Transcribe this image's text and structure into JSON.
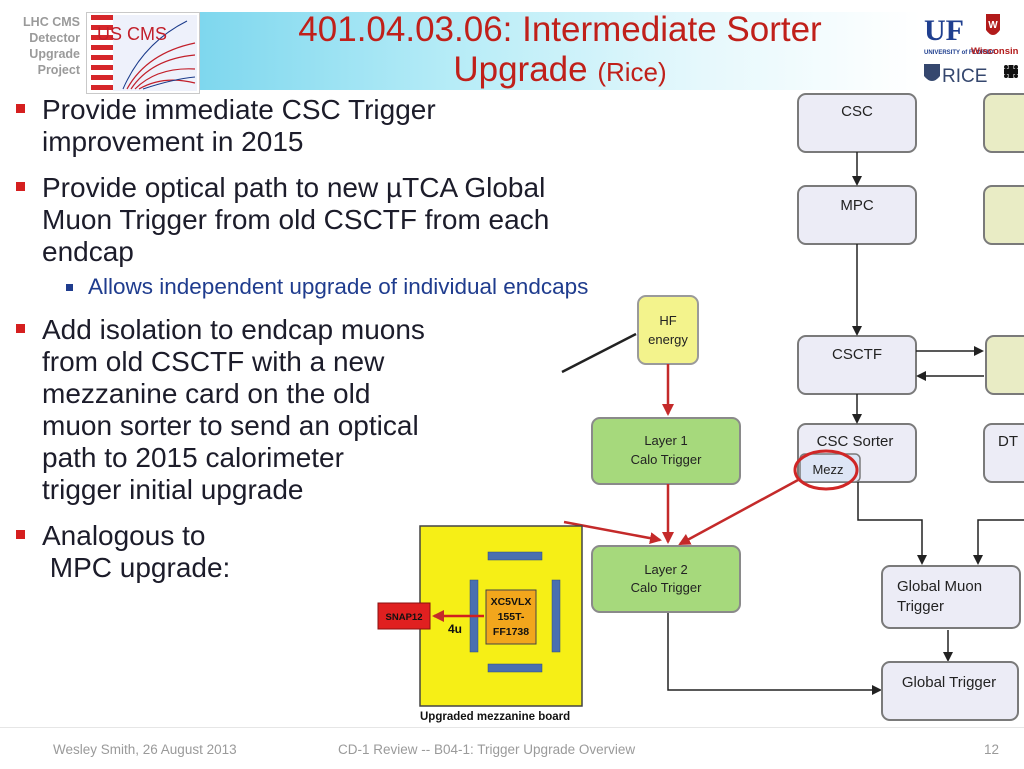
{
  "side_label": [
    "LHC CMS",
    "Detector",
    "Upgrade",
    "Project"
  ],
  "logos": {
    "uscms": "US CMS",
    "uf": "UF",
    "florida": "UNIVERSITY of FLORIDA",
    "wisconsin": "Wisconsin",
    "rice": "RICE"
  },
  "title": {
    "line1": "401.04.03.06: Intermediate Sorter",
    "line2_main": "Upgrade",
    "line2_small": "(Rice)"
  },
  "bullets": {
    "b1": "Provide immediate CSC Trigger improvement in 2015",
    "b2": "Provide optical path to new µTCA Global Muon Trigger from old CSCTF from each endcap",
    "b2_sub": "Allows independent upgrade of individual endcaps",
    "b3_lines": [
      "Add isolation to endcap muons",
      "from old CSCTF with a new",
      "mezzanine card on the old",
      "muon sorter to send an optical",
      "path to 2015 calorimeter",
      "trigger initial upgrade"
    ],
    "b4_lines": [
      "Analogous to",
      " MPC upgrade:"
    ]
  },
  "diagram": {
    "boxes": {
      "csc": "CSC",
      "mpc": "MPC",
      "csctf": "CSCTF",
      "csc_sorter": "CSC Sorter",
      "mezz": "Mezz",
      "dt": "DT",
      "hf_line1": "HF",
      "hf_line2": "energy",
      "l1_line1": "Layer 1",
      "l1_line2": "Calo Trigger",
      "l2_line1": "Layer 2",
      "l2_line2": "Calo Trigger",
      "gmt_line1": "Global Muon",
      "gmt_line2": "Trigger",
      "gt": "Global Trigger"
    },
    "board": {
      "chip_lines": [
        "XC5VLX",
        "155T-",
        "FF1738"
      ],
      "snap": "SNAP12",
      "label_4u": "4u",
      "caption": "Upgraded  mezzanine  board"
    }
  },
  "footer": {
    "author": "Wesley Smith, 26 August 2013",
    "center": "CD-1  Review -- B04-1: Trigger Upgrade Overview",
    "page": "12"
  }
}
